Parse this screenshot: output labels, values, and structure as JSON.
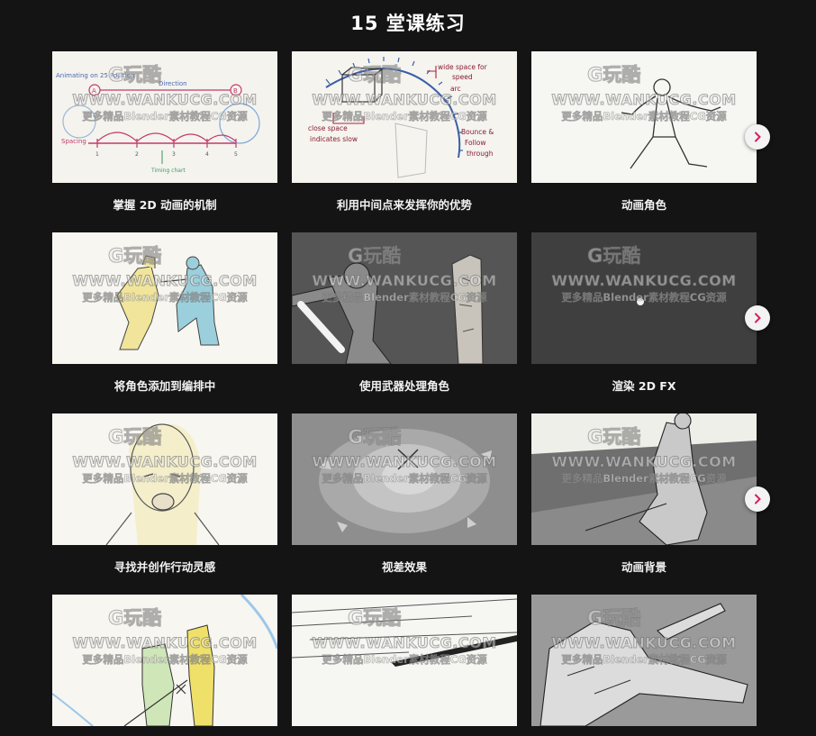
{
  "section": {
    "title": "15 堂课练习"
  },
  "watermark": {
    "logo": "G玩酷",
    "url": "WWW.WANKUCG.COM",
    "sub": "更多精品Blender素材教程CG资源"
  },
  "lessons": [
    {
      "title": "掌握 2D 动画的机制"
    },
    {
      "title": "利用中间点来发挥你的优势"
    },
    {
      "title": "动画角色"
    },
    {
      "title": "将角色添加到编排中"
    },
    {
      "title": "使用武器处理角色"
    },
    {
      "title": "渲染 2D FX"
    },
    {
      "title": "寻找并创作行动灵感"
    },
    {
      "title": "视差效果"
    },
    {
      "title": "动画背景"
    },
    {
      "title": ""
    },
    {
      "title": ""
    },
    {
      "title": ""
    }
  ],
  "thumb_text": {
    "t1": {
      "a": "Animating on 25 Position",
      "b": "Direction",
      "c": "Spacing",
      "d": "Timing chart",
      "A": "A",
      "B": "B",
      "n1": "1",
      "n2": "2",
      "n3": "3",
      "n4": "4",
      "n5": "5"
    },
    "t2": {
      "a": "wide space for",
      "b": "speed",
      "c": "arc",
      "d": "close space",
      "e": "indicates slow",
      "f": "Bounce &",
      "g": "Follow",
      "h": "through"
    }
  },
  "next_icon": "chevron-right-icon",
  "accent": "#d81e5b"
}
